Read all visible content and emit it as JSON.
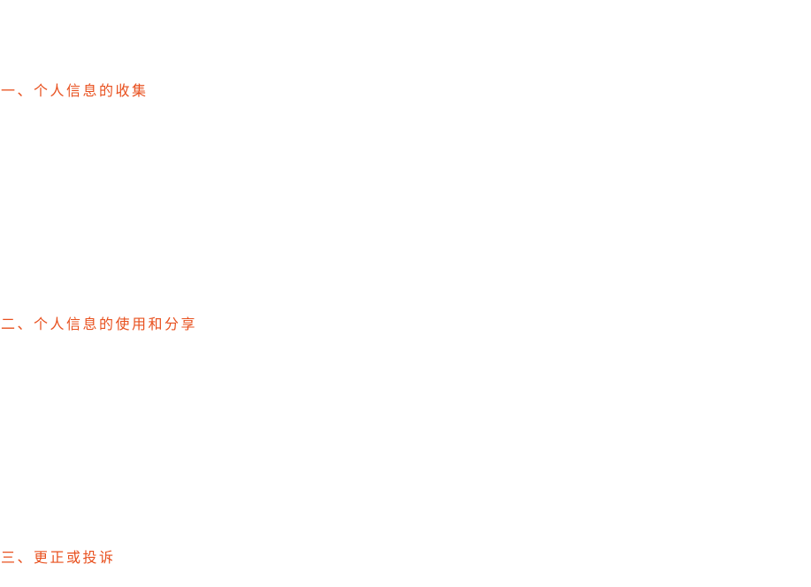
{
  "accent_color": "#e8501e",
  "sections": [
    {
      "heading": "一、个人信息的收集"
    },
    {
      "heading": "二、个人信息的使用和分享"
    },
    {
      "heading": "三、更正或投诉"
    }
  ]
}
